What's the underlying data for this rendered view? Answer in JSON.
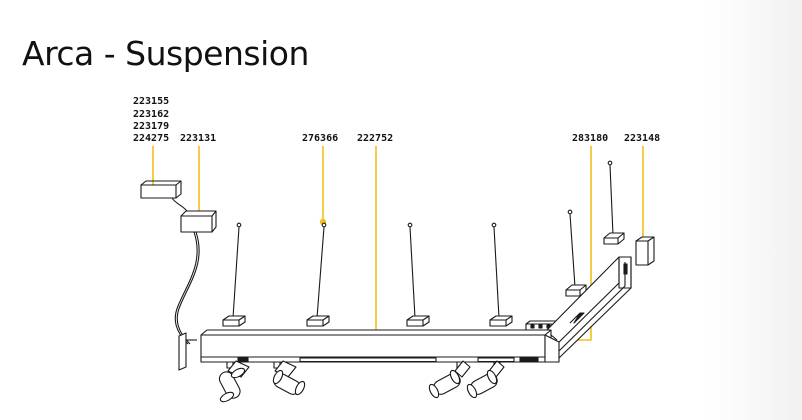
{
  "page": {
    "title": "Arca - Suspension"
  },
  "accent_color": "#f2c01b",
  "diagram": {
    "labels": {
      "driver_codes": [
        "223155",
        "223162",
        "223179",
        "224275"
      ],
      "power_box": "223131",
      "suspension_kit": "276366",
      "track": "222752",
      "corner_connector": "283180",
      "end_cap": "223148"
    }
  }
}
